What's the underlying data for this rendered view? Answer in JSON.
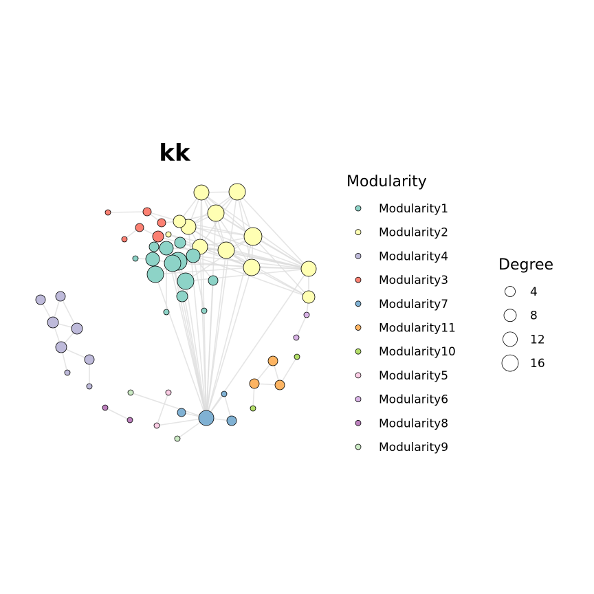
{
  "title": "kk",
  "legend_modularity": {
    "title": "Modularity",
    "items": [
      {
        "label": "Modularity1",
        "color": "#8dd3c7"
      },
      {
        "label": "Modularity2",
        "color": "#ffffb3"
      },
      {
        "label": "Modularity4",
        "color": "#bebada"
      },
      {
        "label": "Modularity3",
        "color": "#fb8072"
      },
      {
        "label": "Modularity7",
        "color": "#80b1d3"
      },
      {
        "label": "Modularity11",
        "color": "#fdb462"
      },
      {
        "label": "Modularity10",
        "color": "#b3de69"
      },
      {
        "label": "Modularity5",
        "color": "#fccde5"
      },
      {
        "label": "Modularity6",
        "color": "#d9b3e6"
      },
      {
        "label": "Modularity8",
        "color": "#bc80bd"
      },
      {
        "label": "Modularity9",
        "color": "#ccebc5"
      }
    ]
  },
  "legend_degree": {
    "title": "Degree",
    "items": [
      {
        "label": "4",
        "degree": 4
      },
      {
        "label": "8",
        "degree": 8
      },
      {
        "label": "12",
        "degree": 12
      },
      {
        "label": "16",
        "degree": 16
      }
    ]
  }
}
